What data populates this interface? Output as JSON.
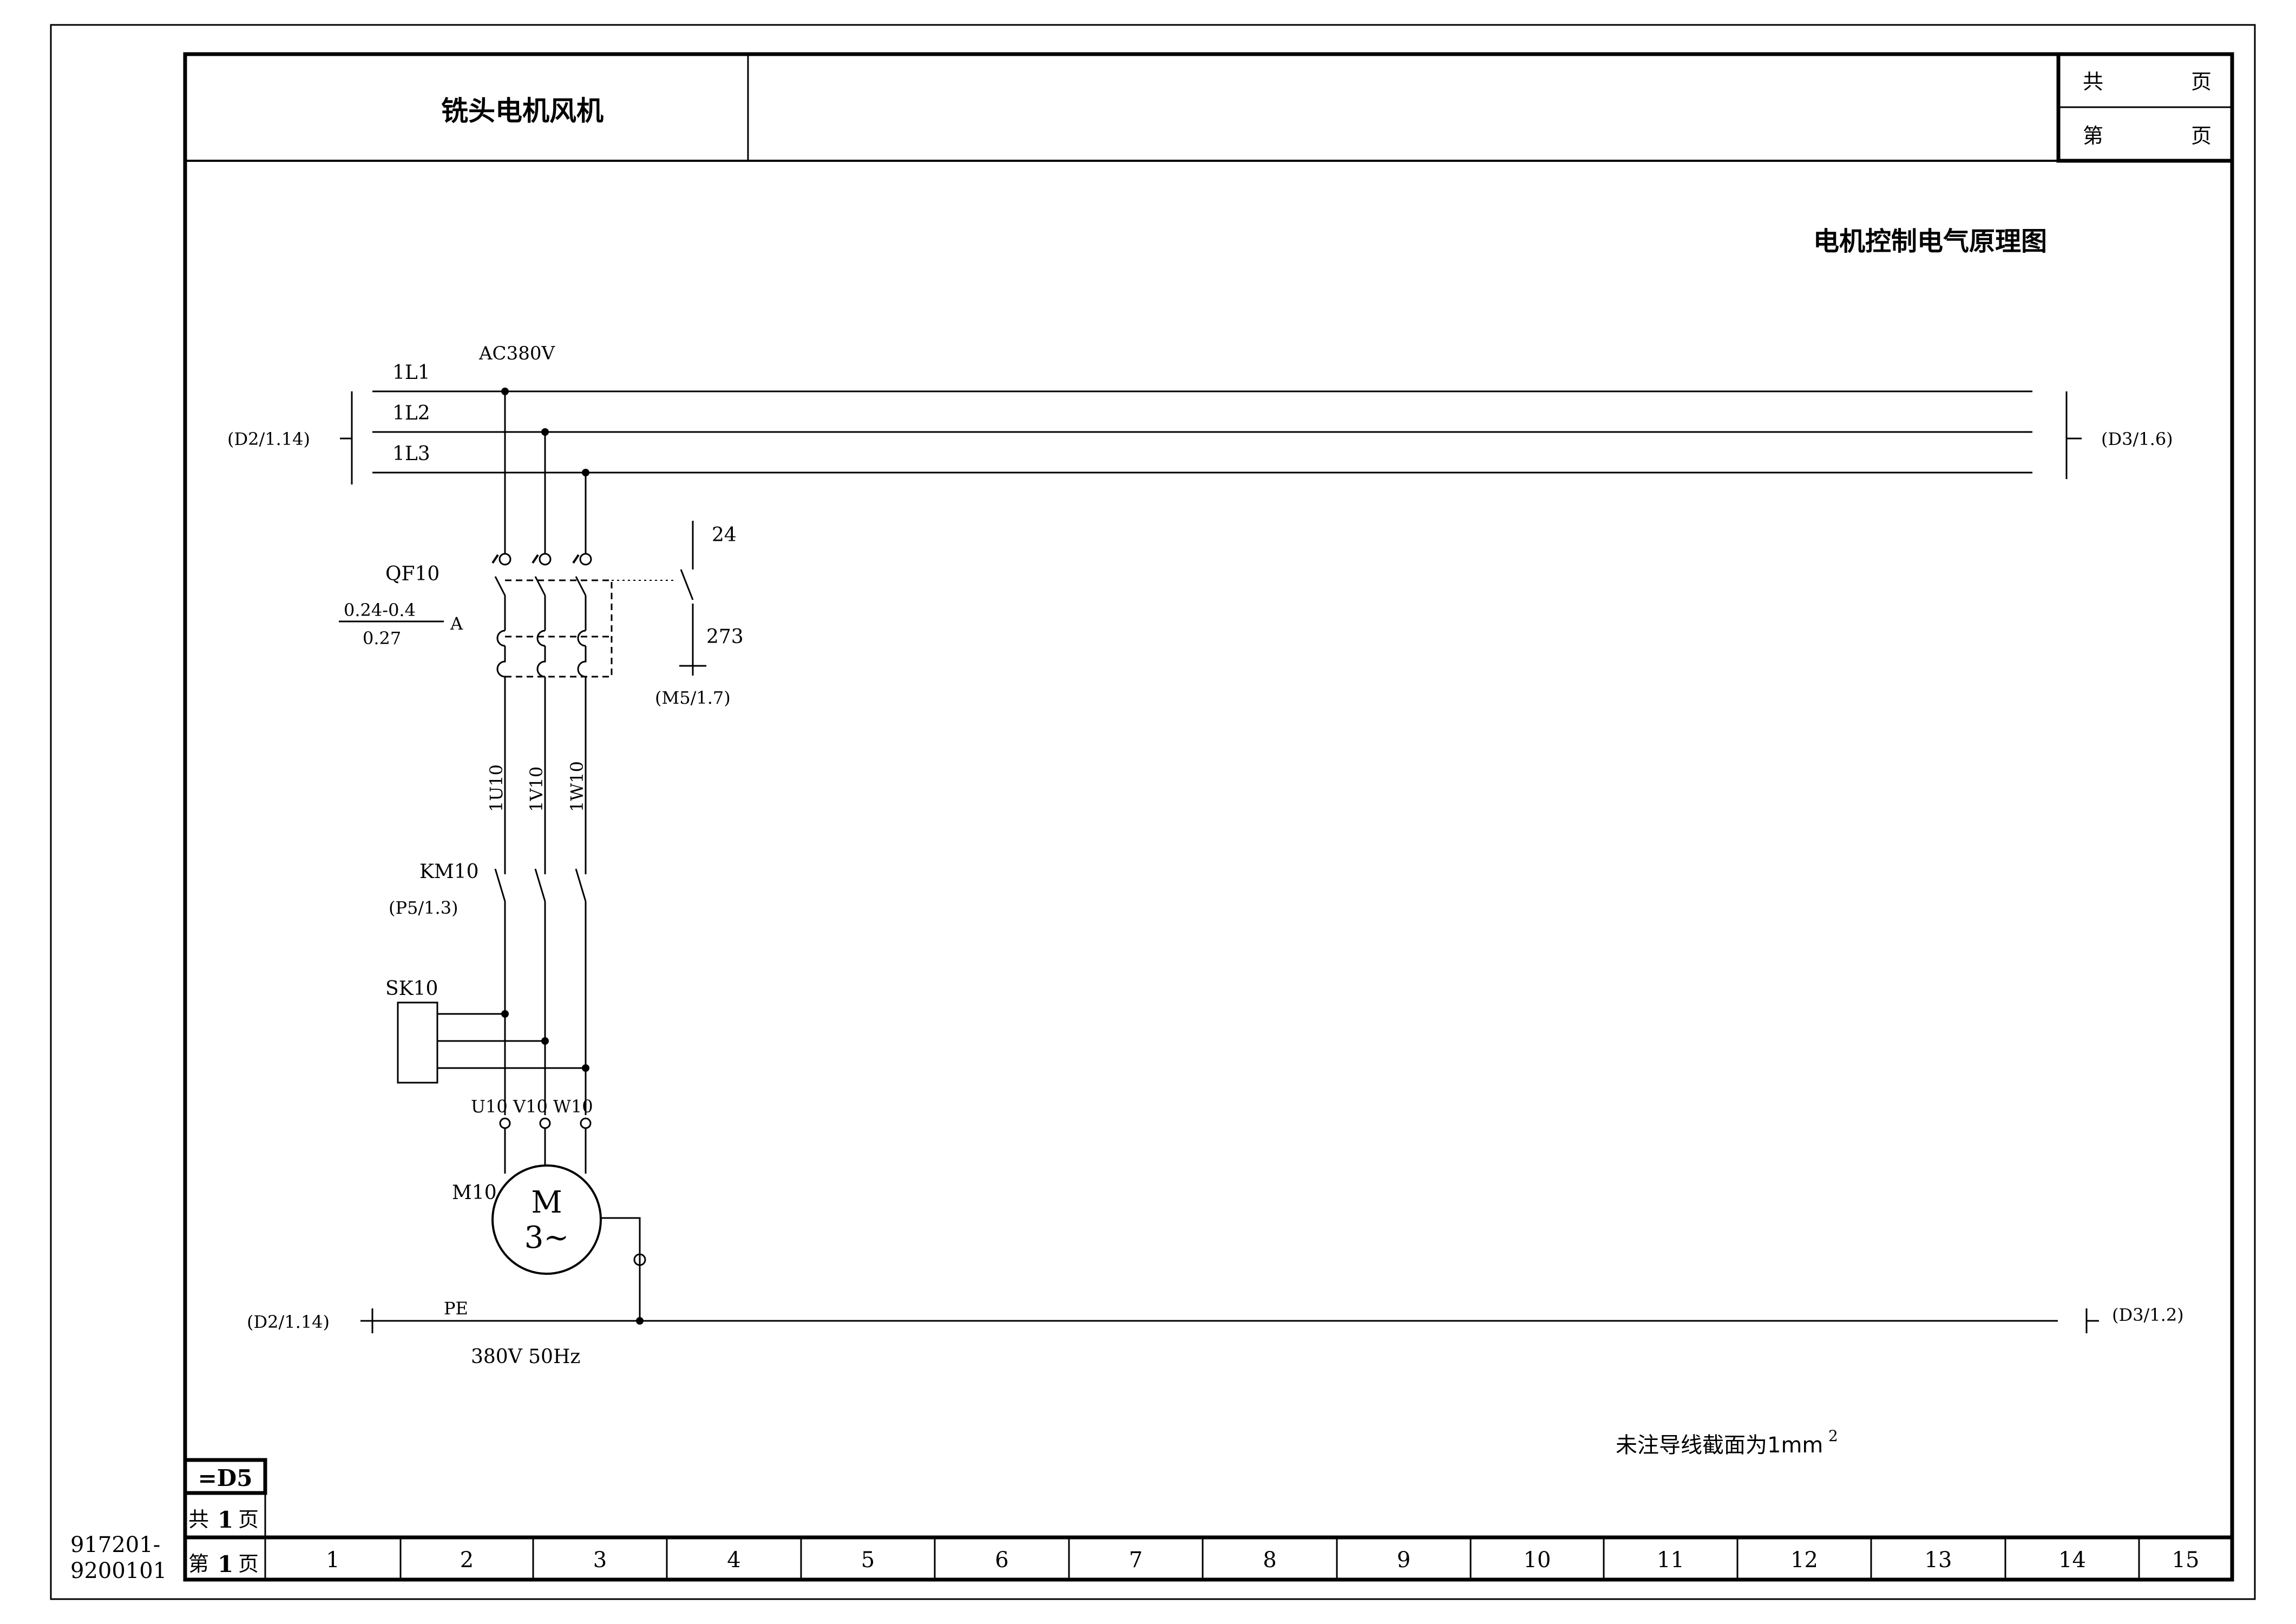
{
  "title_block": {
    "drawing_title": "铣头电机风机",
    "total_pages_label": "共",
    "page_label": "第",
    "page_unit": "页"
  },
  "diagram_title": "电机控制电气原理图",
  "supply": {
    "voltage_label": "AC380V",
    "phases": [
      "1L1",
      "1L2",
      "1L3"
    ],
    "ref_left": "(D2/1.14)",
    "ref_right": "(D3/1.6)"
  },
  "breaker": {
    "tag": "QF10",
    "range": "0.24-0.4",
    "setting": "0.27",
    "unit": "A",
    "aux_contact_top": "24",
    "aux_contact_bottom": "273",
    "aux_ref": "(M5/1.7)"
  },
  "wires": [
    "1U10",
    "1V10",
    "1W10"
  ],
  "contactor": {
    "tag": "KM10",
    "ref": "(P5/1.3)"
  },
  "suppressor": {
    "tag": "SK10"
  },
  "motor_terminals": [
    "U10",
    "V10",
    "W10"
  ],
  "motor": {
    "tag": "M10",
    "symbol_line1": "M",
    "symbol_line2": "3~"
  },
  "pe": {
    "label": "PE",
    "ref_left": "(D2/1.14)",
    "ref_right": "(D3/1.2)",
    "supply_note": "380V 50Hz"
  },
  "note": {
    "text": "未注导线截面为1mm",
    "superscript": "2"
  },
  "sheet_info": {
    "designation": "=D5",
    "total_prefix": "共",
    "total_value": "1",
    "total_suffix": "页",
    "page_prefix": "第",
    "page_value": "1",
    "page_suffix": "页",
    "drawing_number_line1": "917201-",
    "drawing_number_line2": "9200101"
  },
  "column_numbers": [
    "1",
    "2",
    "3",
    "4",
    "5",
    "6",
    "7",
    "8",
    "9",
    "10",
    "11",
    "12",
    "13",
    "14",
    "15"
  ]
}
